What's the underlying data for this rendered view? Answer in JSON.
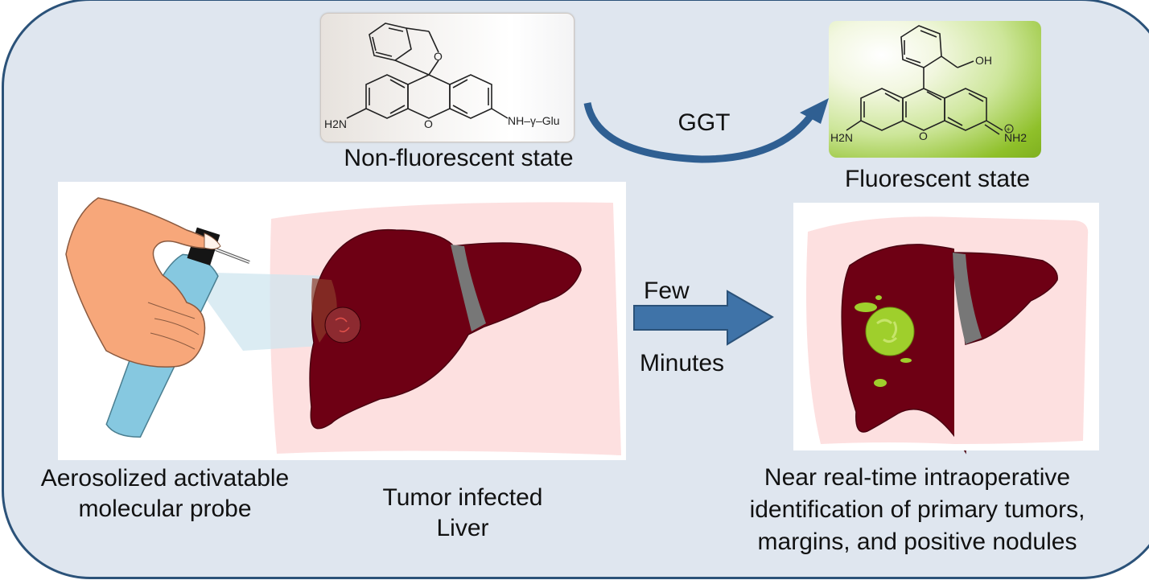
{
  "diagram": {
    "reaction": {
      "substrate_label": "Non-fluorescent state",
      "product_label": "Fluorescent state",
      "enzyme_label": "GGT",
      "substrate_groups": {
        "left_amine": "H2N",
        "right_substituent": "NH–γ–Glu",
        "ring_oxygen": "O",
        "lactone_oxygen": "O"
      },
      "product_groups": {
        "left_amine": "H2N",
        "right_iminium": "NH2",
        "charge": "+",
        "ring_oxygen": "O",
        "hydroxyl": "OH"
      }
    },
    "process": {
      "time_label_top": "Few",
      "time_label_bottom": "Minutes"
    },
    "captions": {
      "spray_line1": "Aerosolized activatable",
      "spray_line2": "molecular probe",
      "liver_line1": "Tumor infected",
      "liver_line2": "Liver",
      "result_line1": "Near real-time intraoperative",
      "result_line2": "identification of primary tumors,",
      "result_line3": "margins, and positive nodules"
    },
    "colors": {
      "frame_border": "#2b5279",
      "frame_fill": "#dfe6ef",
      "arrow_blue": "#3f73a8",
      "liver": "#6e0014",
      "ligament": "#777777",
      "tissue_pink": "#fde0e0",
      "fluorescent_green": "#9fcf2c",
      "hand": "#f7a77a",
      "bottle": "#86c8e0"
    }
  }
}
